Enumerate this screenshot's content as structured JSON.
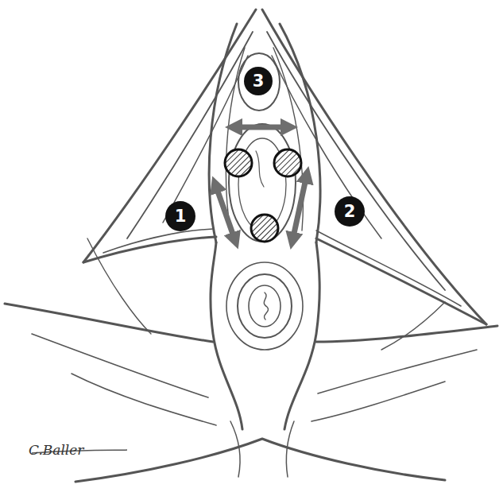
{
  "diagram": {
    "nodes": [
      {
        "text": [
          "3"
        ]
      },
      {
        "text": [
          "1"
        ]
      },
      {
        "text": [
          "2"
        ]
      }
    ],
    "labels": [
      "C.Baller"
    ]
  }
}
